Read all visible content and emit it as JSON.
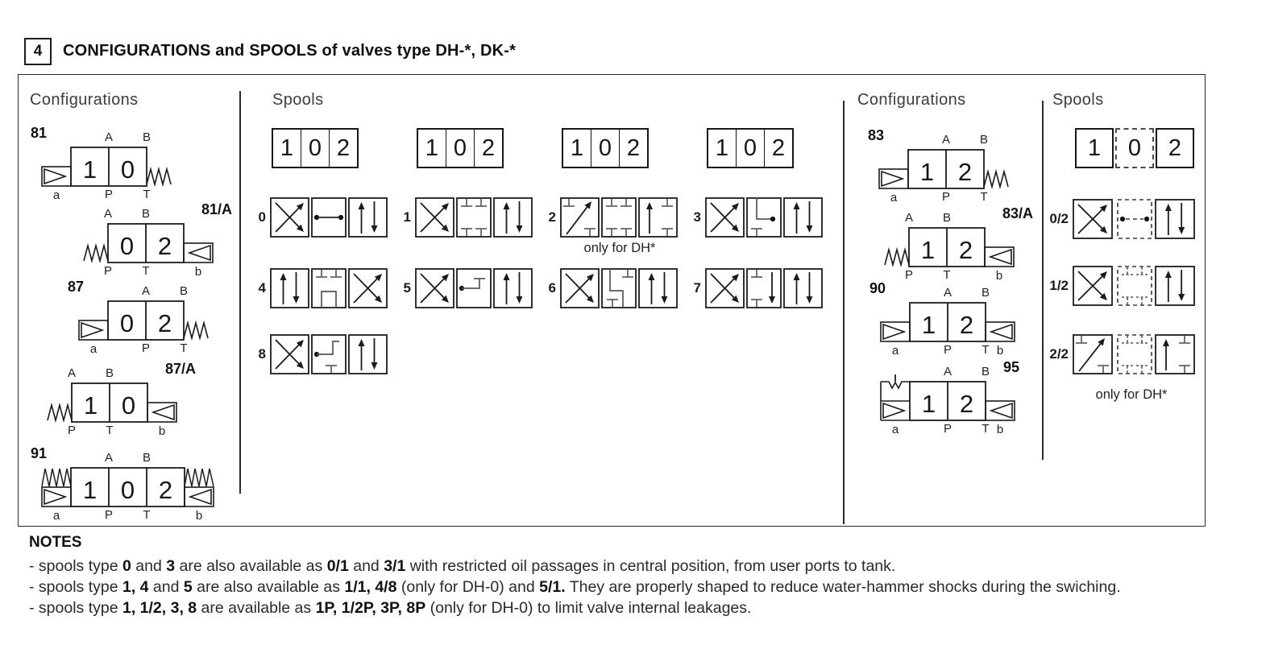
{
  "header": {
    "section_number": "4",
    "title": "CONFIGURATIONS and SPOOLS of valves type DH-*, DK-*"
  },
  "panel": {
    "left_configurations": {
      "heading": "Configurations",
      "items": [
        {
          "id": "81",
          "cells": [
            "1",
            "0"
          ],
          "left": "solenoid",
          "right": "spring",
          "a": "a",
          "b": "",
          "label_side": "left",
          "top_ports": [
            "A",
            "B"
          ],
          "bottom_ports": [
            "P",
            "T"
          ]
        },
        {
          "id": "81/A",
          "cells": [
            "0",
            "2"
          ],
          "left": "spring",
          "right": "solenoid",
          "a": "",
          "b": "b",
          "label_side": "right",
          "top_ports": [
            "A",
            "B"
          ],
          "bottom_ports": [
            "P",
            "T"
          ]
        },
        {
          "id": "87",
          "cells": [
            "0",
            "2"
          ],
          "left": "solenoid",
          "right": "spring",
          "a": "a",
          "b": "",
          "label_side": "left",
          "top_ports": [
            "A",
            "B"
          ],
          "bottom_ports": [
            "P",
            "T"
          ]
        },
        {
          "id": "87/A",
          "cells": [
            "1",
            "0"
          ],
          "left": "spring",
          "right": "solenoid",
          "a": "",
          "b": "b",
          "label_side": "right",
          "top_ports": [
            "A",
            "B"
          ],
          "bottom_ports": [
            "P",
            "T"
          ]
        },
        {
          "id": "91",
          "cells": [
            "1",
            "0",
            "2"
          ],
          "left": "spring-solenoid",
          "right": "spring-solenoid",
          "a": "a",
          "b": "b",
          "label_side": "left",
          "top_ports": [
            "A",
            "B"
          ],
          "bottom_ports": [
            "P",
            "T"
          ]
        }
      ]
    },
    "middle_spools": {
      "heading": "Spools",
      "position_header_cells": [
        "1",
        "0",
        "2"
      ],
      "header_count": 4,
      "items": [
        {
          "id": "0",
          "sections": [
            "cross",
            "center-0",
            "parallel"
          ]
        },
        {
          "id": "1",
          "sections": [
            "cross",
            "center-tees",
            "parallel"
          ]
        },
        {
          "id": "2",
          "sections": [
            "diag-tees",
            "center-tees",
            "up-tees"
          ],
          "note": "only for DH*"
        },
        {
          "id": "3",
          "sections": [
            "cross",
            "center-3",
            "parallel"
          ]
        },
        {
          "id": "4",
          "sections": [
            "parallel",
            "center-4",
            "cross"
          ]
        },
        {
          "id": "5",
          "sections": [
            "cross",
            "center-5",
            "parallel"
          ]
        },
        {
          "id": "6",
          "sections": [
            "cross",
            "center-6",
            "parallel"
          ]
        },
        {
          "id": "7",
          "sections": [
            "cross",
            "center-7",
            "parallel"
          ]
        },
        {
          "id": "8",
          "sections": [
            "cross",
            "center-8",
            "parallel"
          ]
        }
      ]
    },
    "right_configurations": {
      "heading": "Configurations",
      "items": [
        {
          "id": "83",
          "cells": [
            "1",
            "2"
          ],
          "left": "solenoid",
          "right": "spring",
          "a": "a",
          "b": "",
          "label_side": "left",
          "top_ports": [
            "A",
            "B"
          ],
          "bottom_ports": [
            "P",
            "T"
          ]
        },
        {
          "id": "83/A",
          "cells": [
            "1",
            "2"
          ],
          "left": "spring",
          "right": "solenoid",
          "a": "",
          "b": "b",
          "label_side": "right",
          "top_ports": [
            "A",
            "B"
          ],
          "bottom_ports": [
            "P",
            "T"
          ]
        },
        {
          "id": "90",
          "cells": [
            "1",
            "2"
          ],
          "left": "solenoid",
          "right": "solenoid",
          "a": "a",
          "b": "b",
          "label_side": "left",
          "top_ports": [
            "A",
            "B"
          ],
          "bottom_ports": [
            "P",
            "T"
          ]
        },
        {
          "id": "95",
          "cells": [
            "1",
            "2"
          ],
          "left": "solenoid-detent",
          "right": "solenoid",
          "a": "a",
          "b": "b",
          "label_side": "right",
          "top_ports": [
            "A",
            "B"
          ],
          "bottom_ports": [
            "P",
            "T"
          ]
        }
      ]
    },
    "right_spools": {
      "heading": "Spools",
      "position_header_cells": [
        "1",
        "0",
        "2"
      ],
      "dashed_cell_index": 1,
      "items": [
        {
          "id": "0/2",
          "sections": [
            "cross",
            "center-0-dashed",
            "parallel"
          ]
        },
        {
          "id": "1/2",
          "sections": [
            "cross",
            "center-tees-dashed",
            "parallel"
          ]
        },
        {
          "id": "2/2",
          "sections": [
            "diag-tees",
            "center-tees-dashed",
            "up-tees"
          ]
        }
      ],
      "note": "only for DH*"
    }
  },
  "notes": {
    "heading": "NOTES",
    "lines": [
      [
        {
          "t": "- spools type "
        },
        {
          "t": "0",
          "b": 1
        },
        {
          "t": " and "
        },
        {
          "t": "3",
          "b": 1
        },
        {
          "t": " are also available as "
        },
        {
          "t": "0/1",
          "b": 1
        },
        {
          "t": " and "
        },
        {
          "t": "3/1",
          "b": 1
        },
        {
          "t": " with restricted oil passages in central position, from user ports to tank."
        }
      ],
      [
        {
          "t": "- spools type "
        },
        {
          "t": "1, 4",
          "b": 1
        },
        {
          "t": " and "
        },
        {
          "t": "5",
          "b": 1
        },
        {
          "t": " are also available as "
        },
        {
          "t": "1/1, 4/8",
          "b": 1
        },
        {
          "t": " (only for DH-0) and "
        },
        {
          "t": "5/1.",
          "b": 1
        },
        {
          "t": " They are properly shaped to reduce water-hammer shocks during the swiching."
        }
      ],
      [
        {
          "t": "- spools type "
        },
        {
          "t": "1, 1/2, 3, 8",
          "b": 1
        },
        {
          "t": " are available as "
        },
        {
          "t": "1P, 1/2P, 3P, 8P",
          "b": 1
        },
        {
          "t": " (only for DH-0) to limit valve internal leakages."
        }
      ]
    ]
  },
  "colors": {
    "line": "#1b1b1b",
    "center_line": "#555555",
    "heading": "#3d3d3d",
    "text": "#1e1e1e"
  }
}
